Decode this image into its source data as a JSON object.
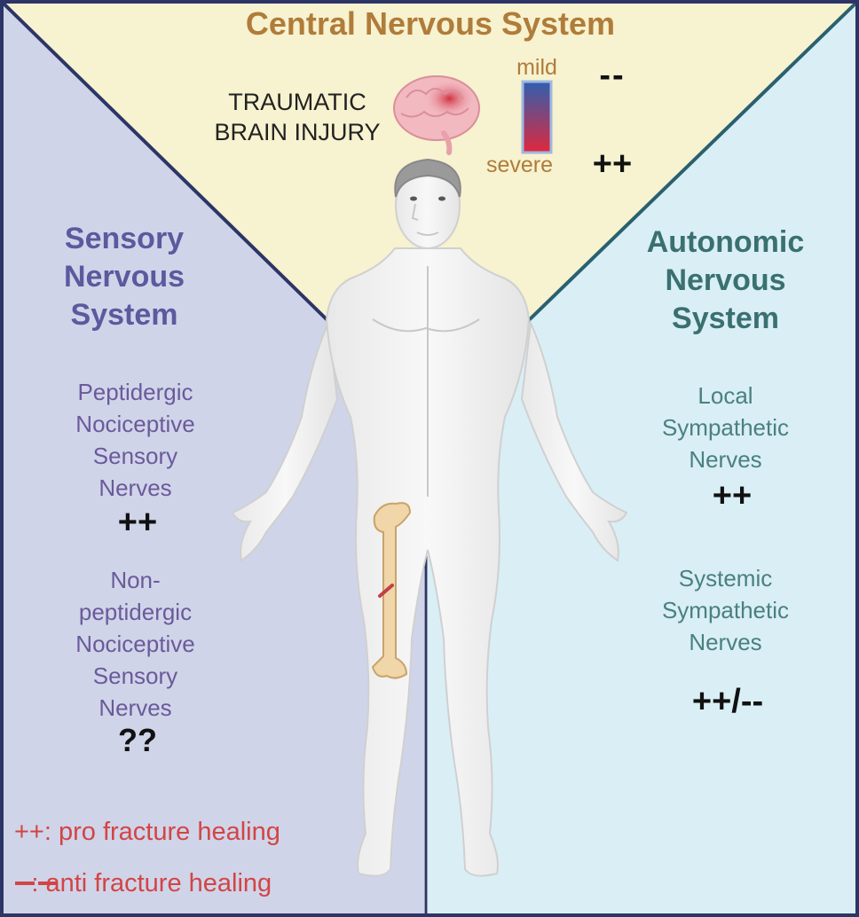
{
  "cns": {
    "title": "Central Nervous System",
    "tbi_line1": "TRAUMATIC",
    "tbi_line2": "BRAIN INJURY",
    "scale_mild": "mild",
    "scale_severe": "severe",
    "mild_effect": "--",
    "severe_effect": "++",
    "color": "#b07c3a",
    "bg": "#f7f2cf"
  },
  "sensory": {
    "title_line1": "Sensory",
    "title_line2": "Nervous",
    "title_line3": "System",
    "item1_lines": [
      "Peptidergic",
      "Nociceptive",
      "Sensory",
      "Nerves"
    ],
    "item1_effect": "++",
    "item2_lines": [
      "Non-",
      "peptidergic",
      "Nociceptive",
      "Sensory",
      "Nerves"
    ],
    "item2_effect": "??",
    "color": "#5a5a9e",
    "bg": "#d0d4e9"
  },
  "autonomic": {
    "title_line1": "Autonomic",
    "title_line2": "Nervous",
    "title_line3": "System",
    "item1_lines": [
      "Local",
      "Sympathetic",
      "Nerves"
    ],
    "item1_effect": "++",
    "item2_lines": [
      "Systemic",
      "Sympathetic",
      "Nerves"
    ],
    "item2_effect": "++/--",
    "color": "#3a7070",
    "bg": "#d9eff5"
  },
  "legend": {
    "pro_symbol": "++",
    "pro_text": ": pro fracture healing",
    "anti_symbol": "--",
    "anti_text": ": anti fracture healing",
    "color": "#d24545"
  },
  "icons": [
    "brain-icon",
    "human-body-figure",
    "femur-fracture-icon",
    "severity-gradient-bar"
  ]
}
